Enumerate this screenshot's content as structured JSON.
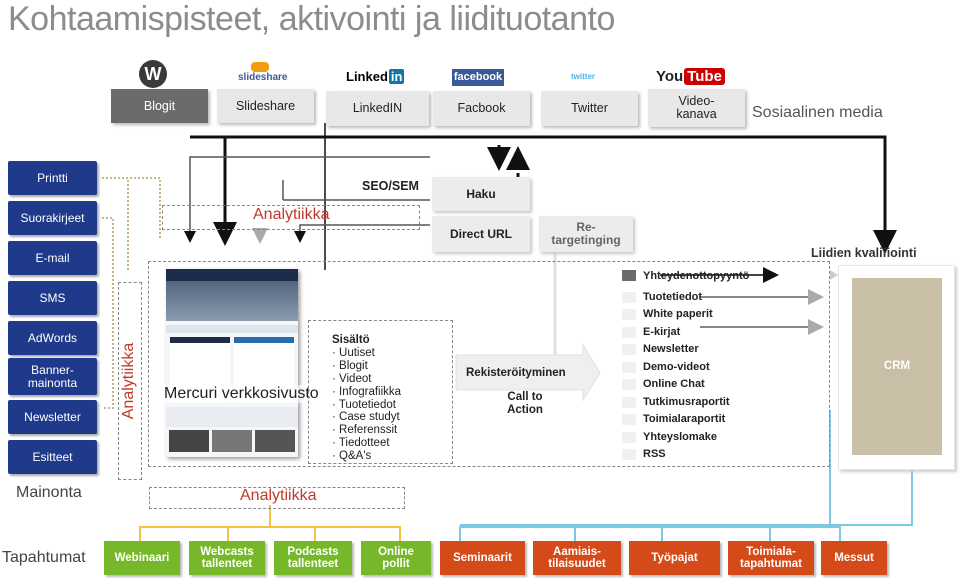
{
  "title": "Kohtaamispisteet, aktivointi ja liidituotanto",
  "social": {
    "logos": [
      {
        "icon": "wordpress-icon",
        "text": "W"
      },
      {
        "icon": "slideshare-icon",
        "text": "slideshare"
      },
      {
        "icon": "linkedin-icon",
        "text": "Linked"
      },
      {
        "icon": "facebook-icon",
        "text": "facebook"
      },
      {
        "icon": "twitter-icon",
        "text": "twitter"
      },
      {
        "icon": "youtube-icon",
        "text": "You"
      }
    ],
    "linkedin_in": "in",
    "youtube_tube": "Tube",
    "buttons": [
      "Blogit",
      "Slideshare",
      "LinkedIN",
      "Facbook",
      "Twitter",
      "Video-\nkanava"
    ],
    "label": "Sosiaalinen  media"
  },
  "left_channels": [
    "Printti",
    "Suorakirjeet",
    "E-mail",
    "SMS",
    "AdWords",
    "Banner-\nmainonta",
    "Newsletter",
    "Esitteet"
  ],
  "mainonta_label": "Mainonta",
  "tapahtumat_label": "Tapahtumat",
  "analytiikka_top": "Analytiikka",
  "analytiikka_left": "Analytiikka",
  "analytiikka_bottom": "Analytiikka",
  "seo_sem": "SEO/SEM",
  "haku": "Haku",
  "direct_url": "Direct URL",
  "retargeting": "Re-\ntargetinging",
  "liidien_kvalifiointi": "Liidien kvalifiointi",
  "website_label": "Mercuri verkkosivusto",
  "content": {
    "header": "Sisältö",
    "items": [
      "Uutiset",
      "Blogit",
      "Videot",
      "Infografiikka",
      "Tuotetiedot",
      "Case studyt",
      "Referenssit",
      "Tiedotteet",
      "Q&A's"
    ]
  },
  "registration": {
    "label": "Rekisteröityminen",
    "cta": "Call to\nAction"
  },
  "conversions": [
    "Yhteydenottopyyntö",
    "Tuotetiedot",
    "White paperit",
    "E-kirjat",
    "Newsletter",
    "Demo-videot",
    "Online Chat",
    "Tutkimusraportit",
    "Toimialaraportit",
    "Yhteyslomake",
    "RSS"
  ],
  "crm": "CRM",
  "events": [
    {
      "label": "Webinaari",
      "color": "green"
    },
    {
      "label": "Webcasts\ntallenteet",
      "color": "green"
    },
    {
      "label": "Podcasts\ntallenteet",
      "color": "green"
    },
    {
      "label": "Online\npollit",
      "color": "green"
    },
    {
      "label": "Seminaarit",
      "color": "orange"
    },
    {
      "label": "Aamiais-\ntilaisuudet",
      "color": "orange"
    },
    {
      "label": "Työpajat",
      "color": "orange"
    },
    {
      "label": "Toimiala-\ntapahtumat",
      "color": "orange"
    },
    {
      "label": "Messut",
      "color": "orange"
    }
  ],
  "colors": {
    "side_blue": "#1f3a8a",
    "green": "#77b82a",
    "orange": "#d44a18",
    "crm_tan": "#c9bfa6",
    "analytics_red": "#c0392b",
    "line_yellow": "#f5c241",
    "line_blue": "#7ec8e3",
    "line_tan": "#c9b58a"
  }
}
